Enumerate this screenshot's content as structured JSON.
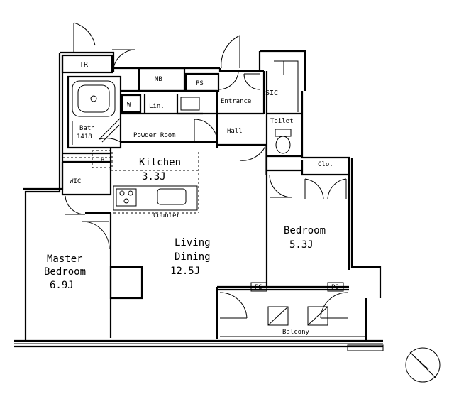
{
  "rooms": {
    "tr": "TR",
    "mb": "MB",
    "ps_top": "PS",
    "sic": "SIC",
    "entrance": "Entrance",
    "w": "W",
    "lin": "Lin.",
    "bath": "Bath",
    "bath_size": "1418",
    "powder_room": "Powder Room",
    "hall": "Hall",
    "toilet": "Toilet",
    "r": "R",
    "kitchen": "Kitchen",
    "kitchen_size": "3.3J",
    "clo": "Clo.",
    "wic": "WIC",
    "counter": "Counter",
    "living_line1": "Living",
    "living_line2": "Dining",
    "living_size": "12.5J",
    "bedroom": "Bedroom",
    "bedroom_size": "5.3J",
    "master_line1": "Master",
    "master_line2": "Bedroom",
    "master_size": "6.9J",
    "ps_left": "PS",
    "ps_right": "PS",
    "balcony": "Balcony"
  }
}
